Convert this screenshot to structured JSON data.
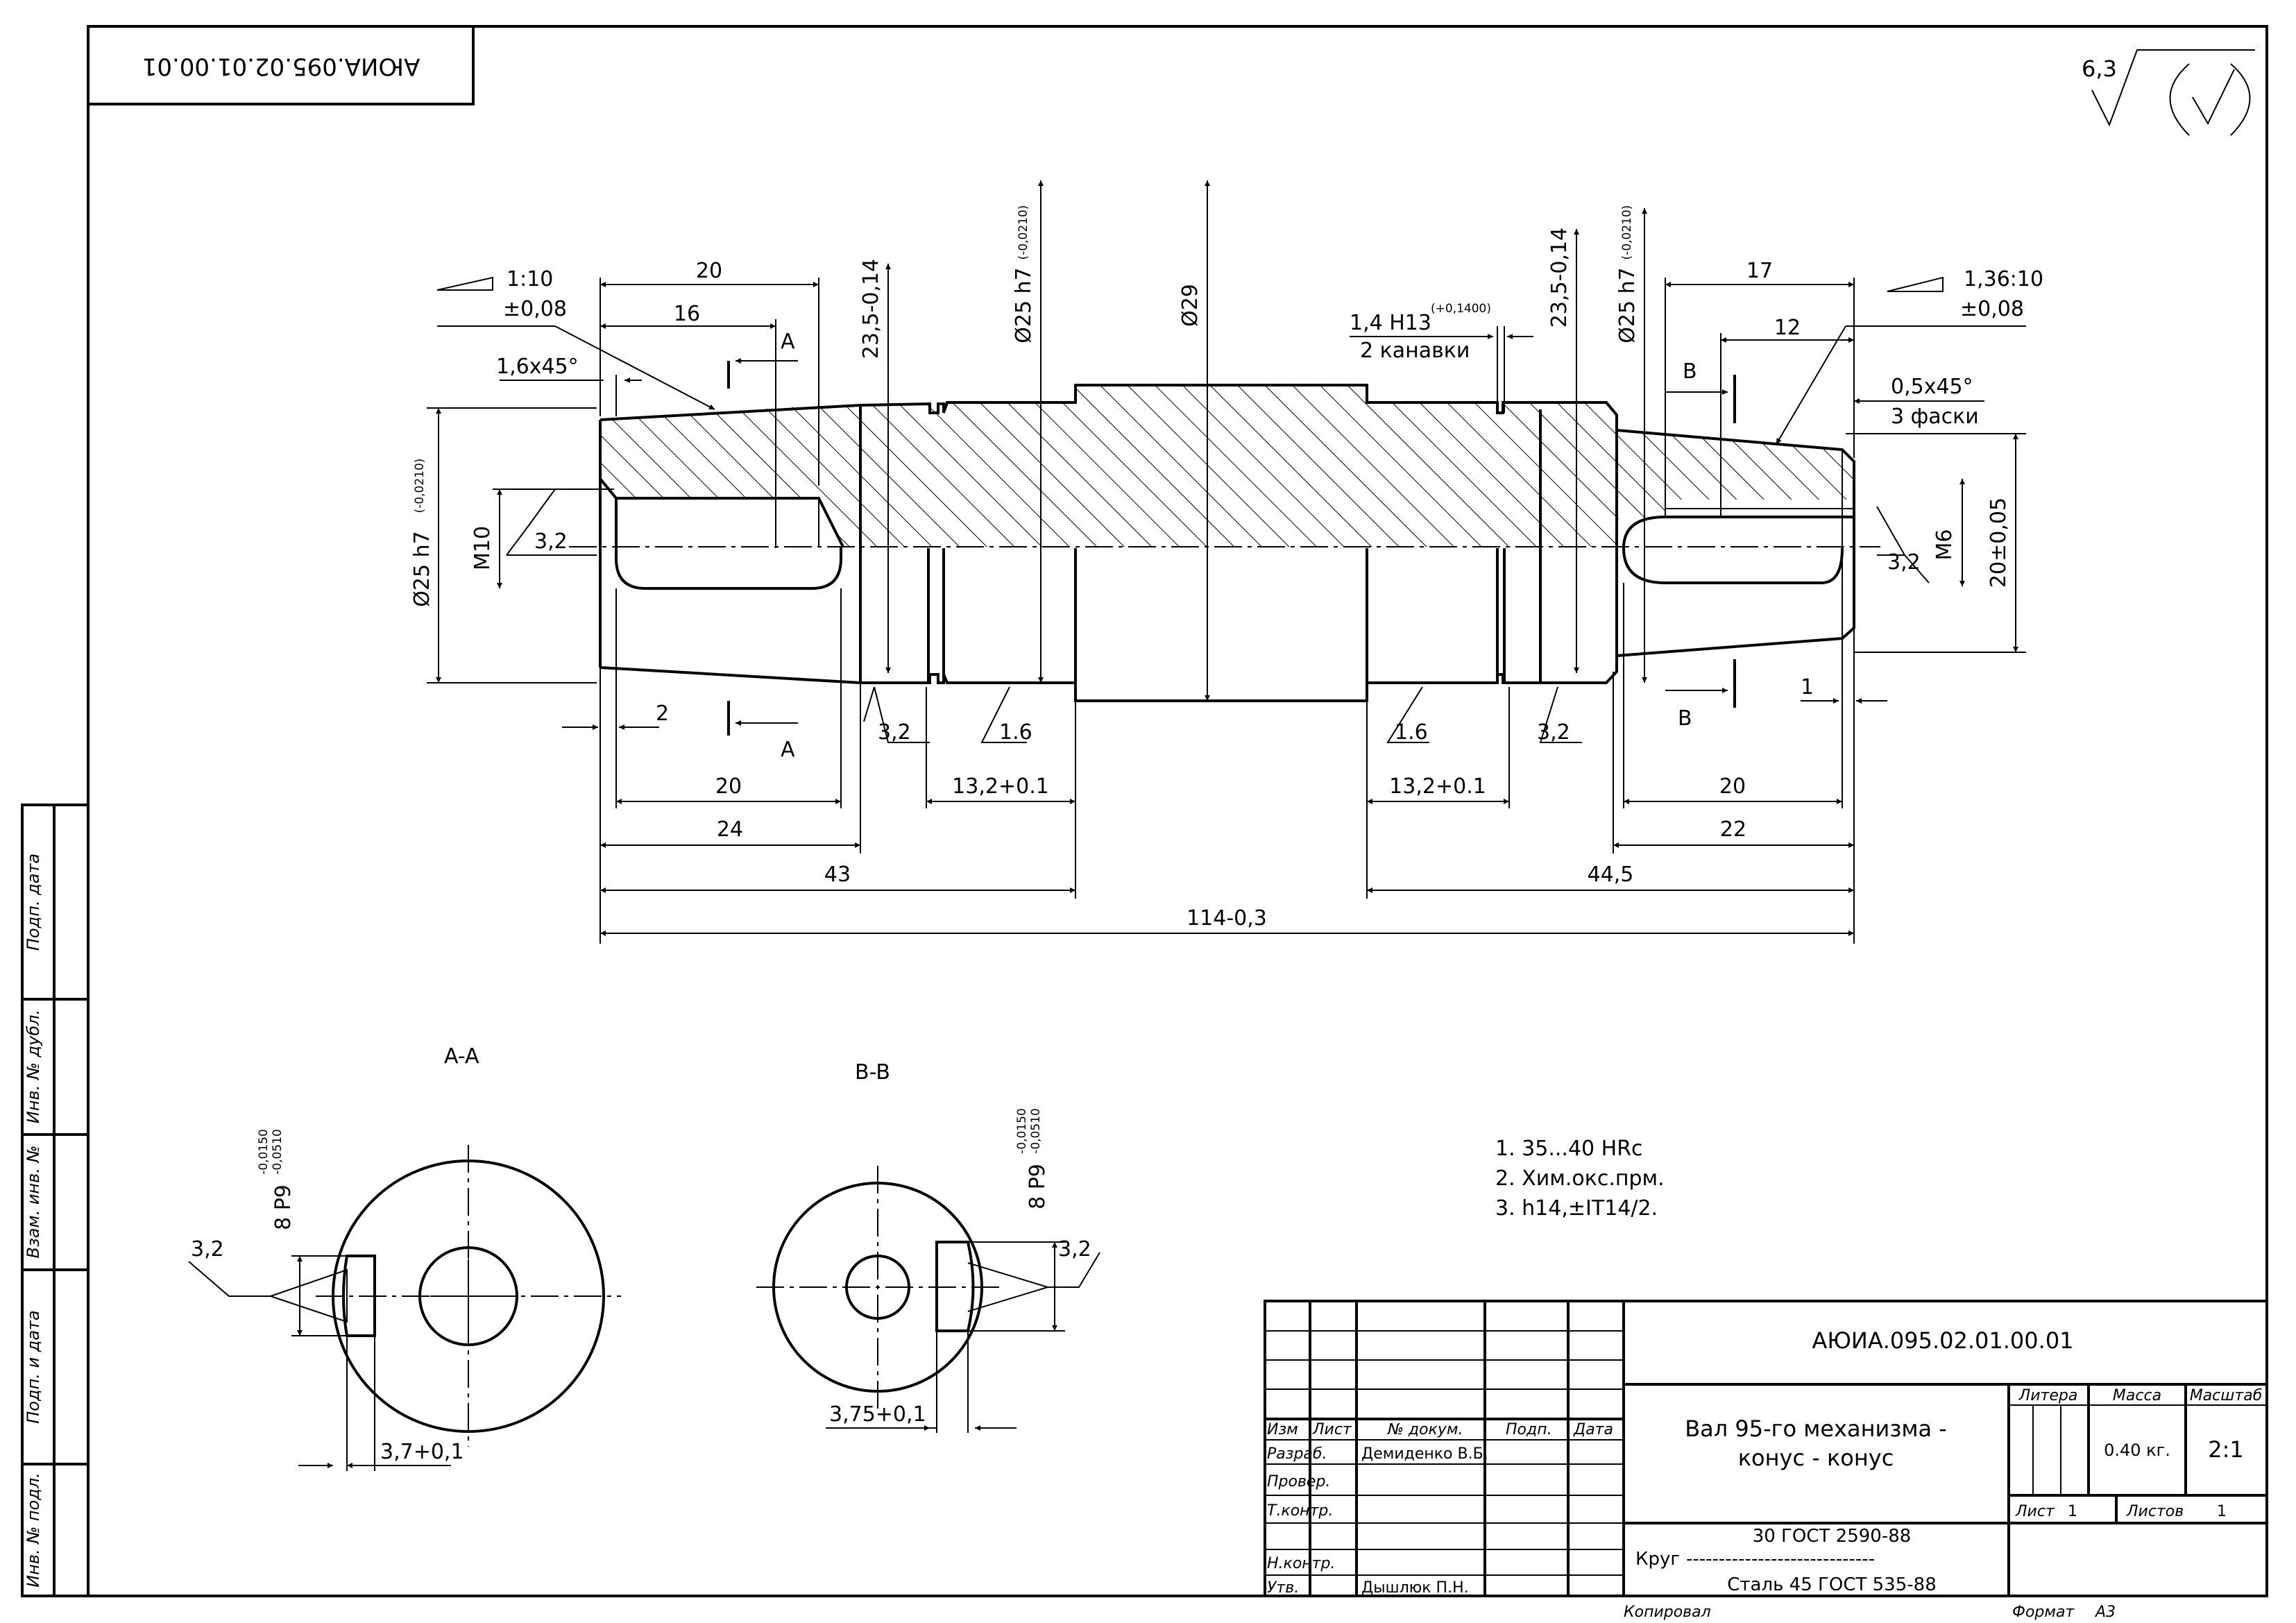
{
  "drawing": {
    "code_stamp": "АЮИА.095.02.01.00.01",
    "roughness_general": "6,3",
    "dims": {
      "d_left_od": "Ø25 h7",
      "d_left_od_tol": "(-0,0210)",
      "thread_left": "M10",
      "rough_left_hole": "3,2",
      "taper_left": "1:10",
      "taper_left_tol": "±0,08",
      "len_20_top": "20",
      "len_16": "16",
      "chamfer_left": "1,6x45°",
      "sec_a": "A",
      "d_23_5_left": "23,5-0,14",
      "d_25_mid": "Ø25 h7",
      "d_25_mid_tol": "(-0,0210)",
      "d_29": "Ø29",
      "groove": "1,4  H13",
      "groove_tol": "(+0,1400)",
      "groove_count": "2 канавки",
      "d_23_5_right": "23,5-0,14",
      "d_25_right": "Ø25 h7",
      "d_25_right_tol": "(-0,0210)",
      "len_17": "17",
      "len_12": "12",
      "taper_right": "1,36:10",
      "taper_right_tol": "±0,08",
      "sec_b": "B",
      "chamfer_right": "0,5x45°",
      "chamfer_right_count": "3 фаски",
      "thread_right": "M6",
      "rough_right_hole": "3,2",
      "len_20_rt": "20±0,05",
      "len_2": "2",
      "len_1": "1",
      "rough_a": "3,2",
      "rough_b": "1.6",
      "rough_c": "1.6",
      "rough_d": "3,2",
      "len_20_bl": "20",
      "len_13_2_l": "13,2+0.1",
      "len_13_2_r": "13,2+0.1",
      "len_20_br": "20",
      "len_24": "24",
      "len_22": "22",
      "len_43": "43",
      "len_44_5": "44,5",
      "len_114": "114-0,3"
    },
    "section_a": {
      "title": "A-A",
      "key": "8 P9",
      "key_tol_hi": "-0,0150",
      "key_tol_lo": "-0,0510",
      "rough": "3,2",
      "depth": "3,7+0,1"
    },
    "section_b": {
      "title": "B-B",
      "key": "8 P9",
      "key_tol_hi": "-0,0150",
      "key_tol_lo": "-0,0510",
      "rough": "3,2",
      "depth": "3,75+0,1"
    },
    "notes": [
      "1.  35...40 HRc",
      "2.  Хим.окс.прм.",
      "3.  h14,±IT14/2."
    ]
  },
  "side_stamp": [
    "Подп. дата",
    "Инв. № дубл.",
    "Взам. инв. №",
    "Подп. и дата",
    "Инв. № подл."
  ],
  "title_block": {
    "code": "АЮИА.095.02.01.00.01",
    "name_line1": "Вал 95-го механизма -",
    "name_line2": "конус - конус",
    "col_izm": "Изм",
    "col_list": "Лист",
    "col_doc": "№ докум.",
    "col_podp": "Подп.",
    "col_data": "Дата",
    "razrab_label": "Разраб.",
    "razrab_name": "Демиденко В.Б.",
    "prover_label": "Провер.",
    "tkontr_label": "Т.контр.",
    "nkontr_label": "Н.контр.",
    "utv_label": "Утв.",
    "utv_name": "Дышлюк П.Н.",
    "litera_label": "Литера",
    "massa_label": "Масса",
    "mashtab_label": "Масштаб",
    "massa_value": "0.40 кг.",
    "mashtab_value": "2:1",
    "list_label": "Лист",
    "list_value": "1",
    "listov_label": "Листов",
    "listov_value": "1",
    "material_top": "30 ГОСТ 2590-88",
    "material_kind": "Круг",
    "material_dashes": "-----------------------------",
    "material_bottom": "Сталь 45 ГОСТ 535-88",
    "kopiroval": "Копировал",
    "format_label": "Формат",
    "format_value": "А3"
  }
}
